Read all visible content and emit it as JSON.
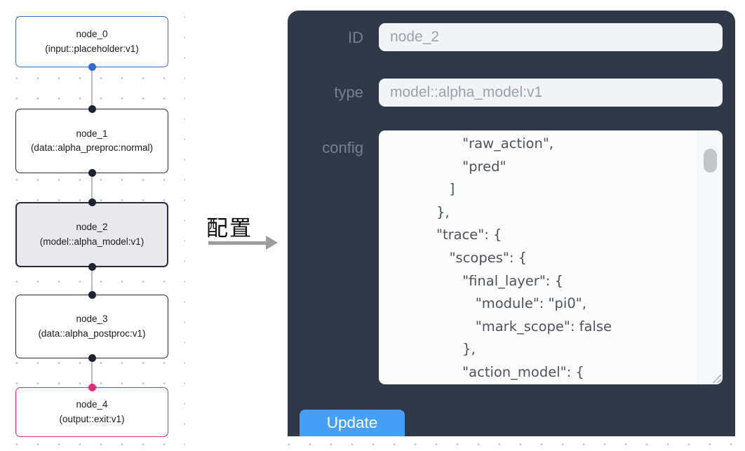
{
  "flowchart": {
    "nodes": [
      {
        "label": "node_0",
        "sublabel": "(input::placeholder:v1)",
        "border_color": "#3e6ac6",
        "fill": "#ffffff",
        "bottom_port_color": "#2e6ad1",
        "selected": false
      },
      {
        "label": "node_1",
        "sublabel": "(data::alpha_preproc:normal)",
        "border_color": "#272b3a",
        "fill": "#ffffff",
        "top_port_color": "#1d2235",
        "bottom_port_color": "#1d2235",
        "selected": false
      },
      {
        "label": "node_2",
        "sublabel": "(model::alpha_model:v1)",
        "border_color": "#272b3a",
        "fill": "#e9e9eb",
        "top_port_color": "#1d2235",
        "bottom_port_color": "#1d2235",
        "selected": true
      },
      {
        "label": "node_3",
        "sublabel": "(data::alpha_postproc:v1)",
        "border_color": "#272b3a",
        "fill": "#ffffff",
        "top_port_color": "#1d2235",
        "bottom_port_color": "#1d2235",
        "selected": false
      },
      {
        "label": "node_4",
        "sublabel": "(output::exit:v1)",
        "border_color": "#f0267c",
        "fill": "#ffffff",
        "top_port_color": "#f0267c",
        "selected": false
      }
    ],
    "connector_color": "#b9bcc1"
  },
  "annotation": {
    "label": "配置",
    "arrow_color": "#9d9d9d"
  },
  "panel": {
    "bg_color": "#2f3847",
    "fields": [
      {
        "label": "ID",
        "value": "node_2"
      },
      {
        "label": "type",
        "value": "model::alpha_model:v1"
      },
      {
        "label": "config",
        "value": "                \"raw_action\",\n                \"pred\"\n             ]\n          },\n          \"trace\": {\n             \"scopes\": {\n                \"final_layer\": {\n                   \"module\": \"pi0\",\n                   \"mark_scope\": false\n                },\n                \"action_model\": {"
      }
    ],
    "update_button": {
      "label": "Update",
      "color": "#459ff7"
    }
  }
}
